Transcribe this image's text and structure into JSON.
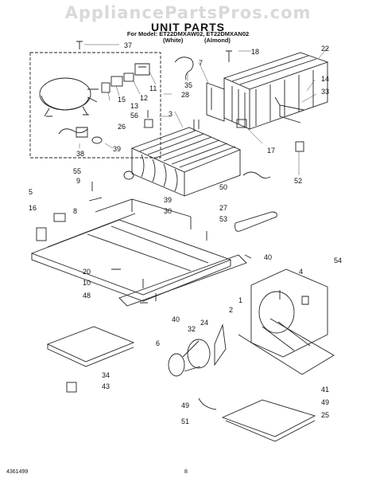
{
  "header": {
    "watermark": "AppliancePartsPros.com",
    "title": "UNIT PARTS",
    "model_line": "For Model: ET22DMXAW02, ET22DMXAN02",
    "variant_white": "(White)",
    "variant_almond": "(Almond)"
  },
  "footer": {
    "doc_number": "4361499",
    "page_number": "8"
  },
  "callouts": [
    "37",
    "7",
    "18",
    "22",
    "35",
    "11",
    "12",
    "14",
    "33",
    "13",
    "15",
    "28",
    "56",
    "26",
    "3",
    "17",
    "38",
    "39",
    "52",
    "55",
    "9",
    "8",
    "39",
    "30",
    "50",
    "5",
    "16",
    "27",
    "53",
    "40",
    "54",
    "4",
    "20",
    "10",
    "48",
    "40",
    "1",
    "2",
    "32",
    "24",
    "6",
    "34",
    "43",
    "49",
    "41",
    "49",
    "51",
    "25"
  ]
}
